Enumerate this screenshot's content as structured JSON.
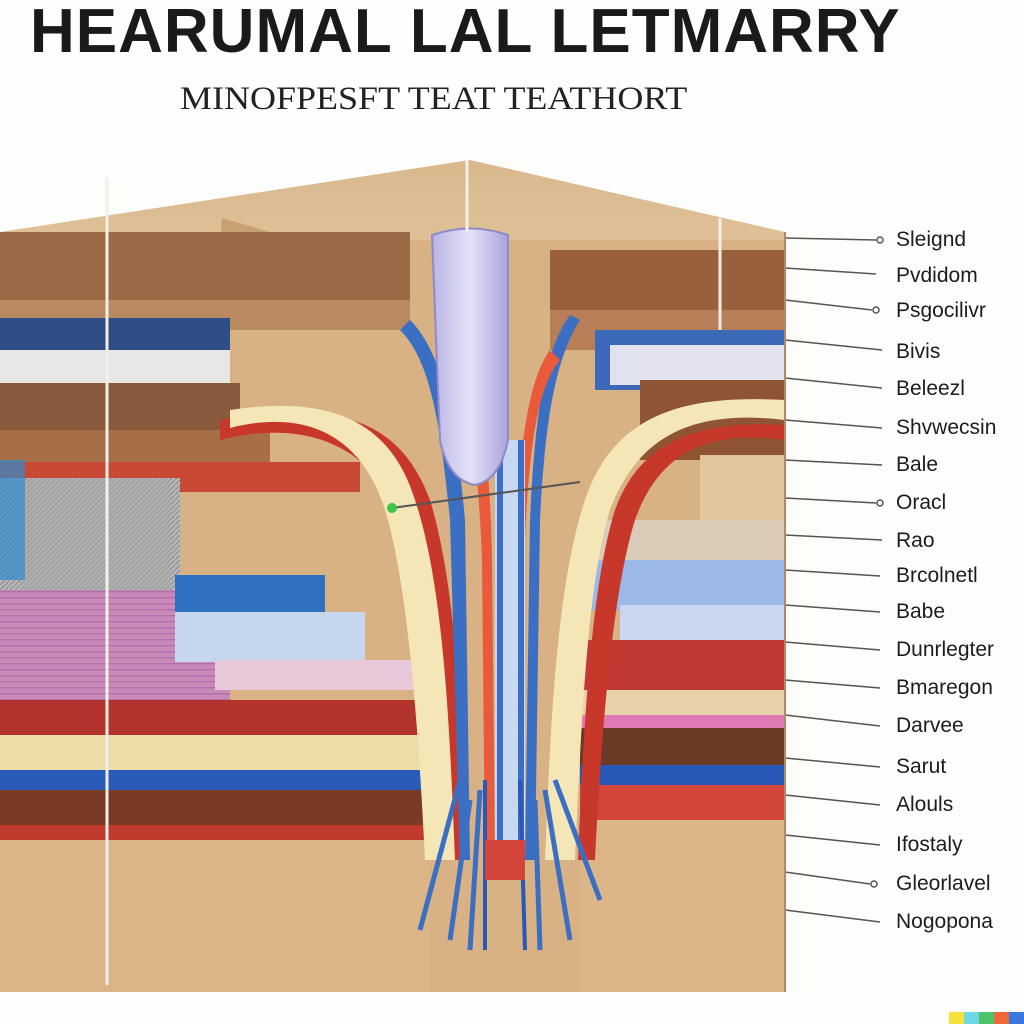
{
  "diagram": {
    "title": "HEARUMAL LAL LETMARRY",
    "subtitle": "MINOFPESFT TEAT TEATHORT",
    "labels": [
      "Sleignd",
      "Pvdidom",
      "Psgocilivr",
      "Bivis",
      "Beleezl",
      "Shvwecsin",
      "Bale",
      "Oracl",
      "Rao",
      "Brcolnetl",
      "Babe",
      "Dunrlegter",
      "Bmaregon",
      "Darvee",
      "Sarut",
      "Alouls",
      "Ifostaly",
      "Gleorlavel",
      "Nogopona"
    ],
    "colors": {
      "tan": "#d7b287",
      "brown": "#8c5a3a",
      "cream": "#f5e6b8",
      "red": "#c8382a",
      "blue": "#3a6fc4",
      "lavender": "#c9c5ea",
      "pink": "#c983b8"
    },
    "badge_colors": [
      "#f4e23a",
      "#6fd6e8",
      "#4cc46a",
      "#f06838",
      "#3a78e0"
    ]
  }
}
